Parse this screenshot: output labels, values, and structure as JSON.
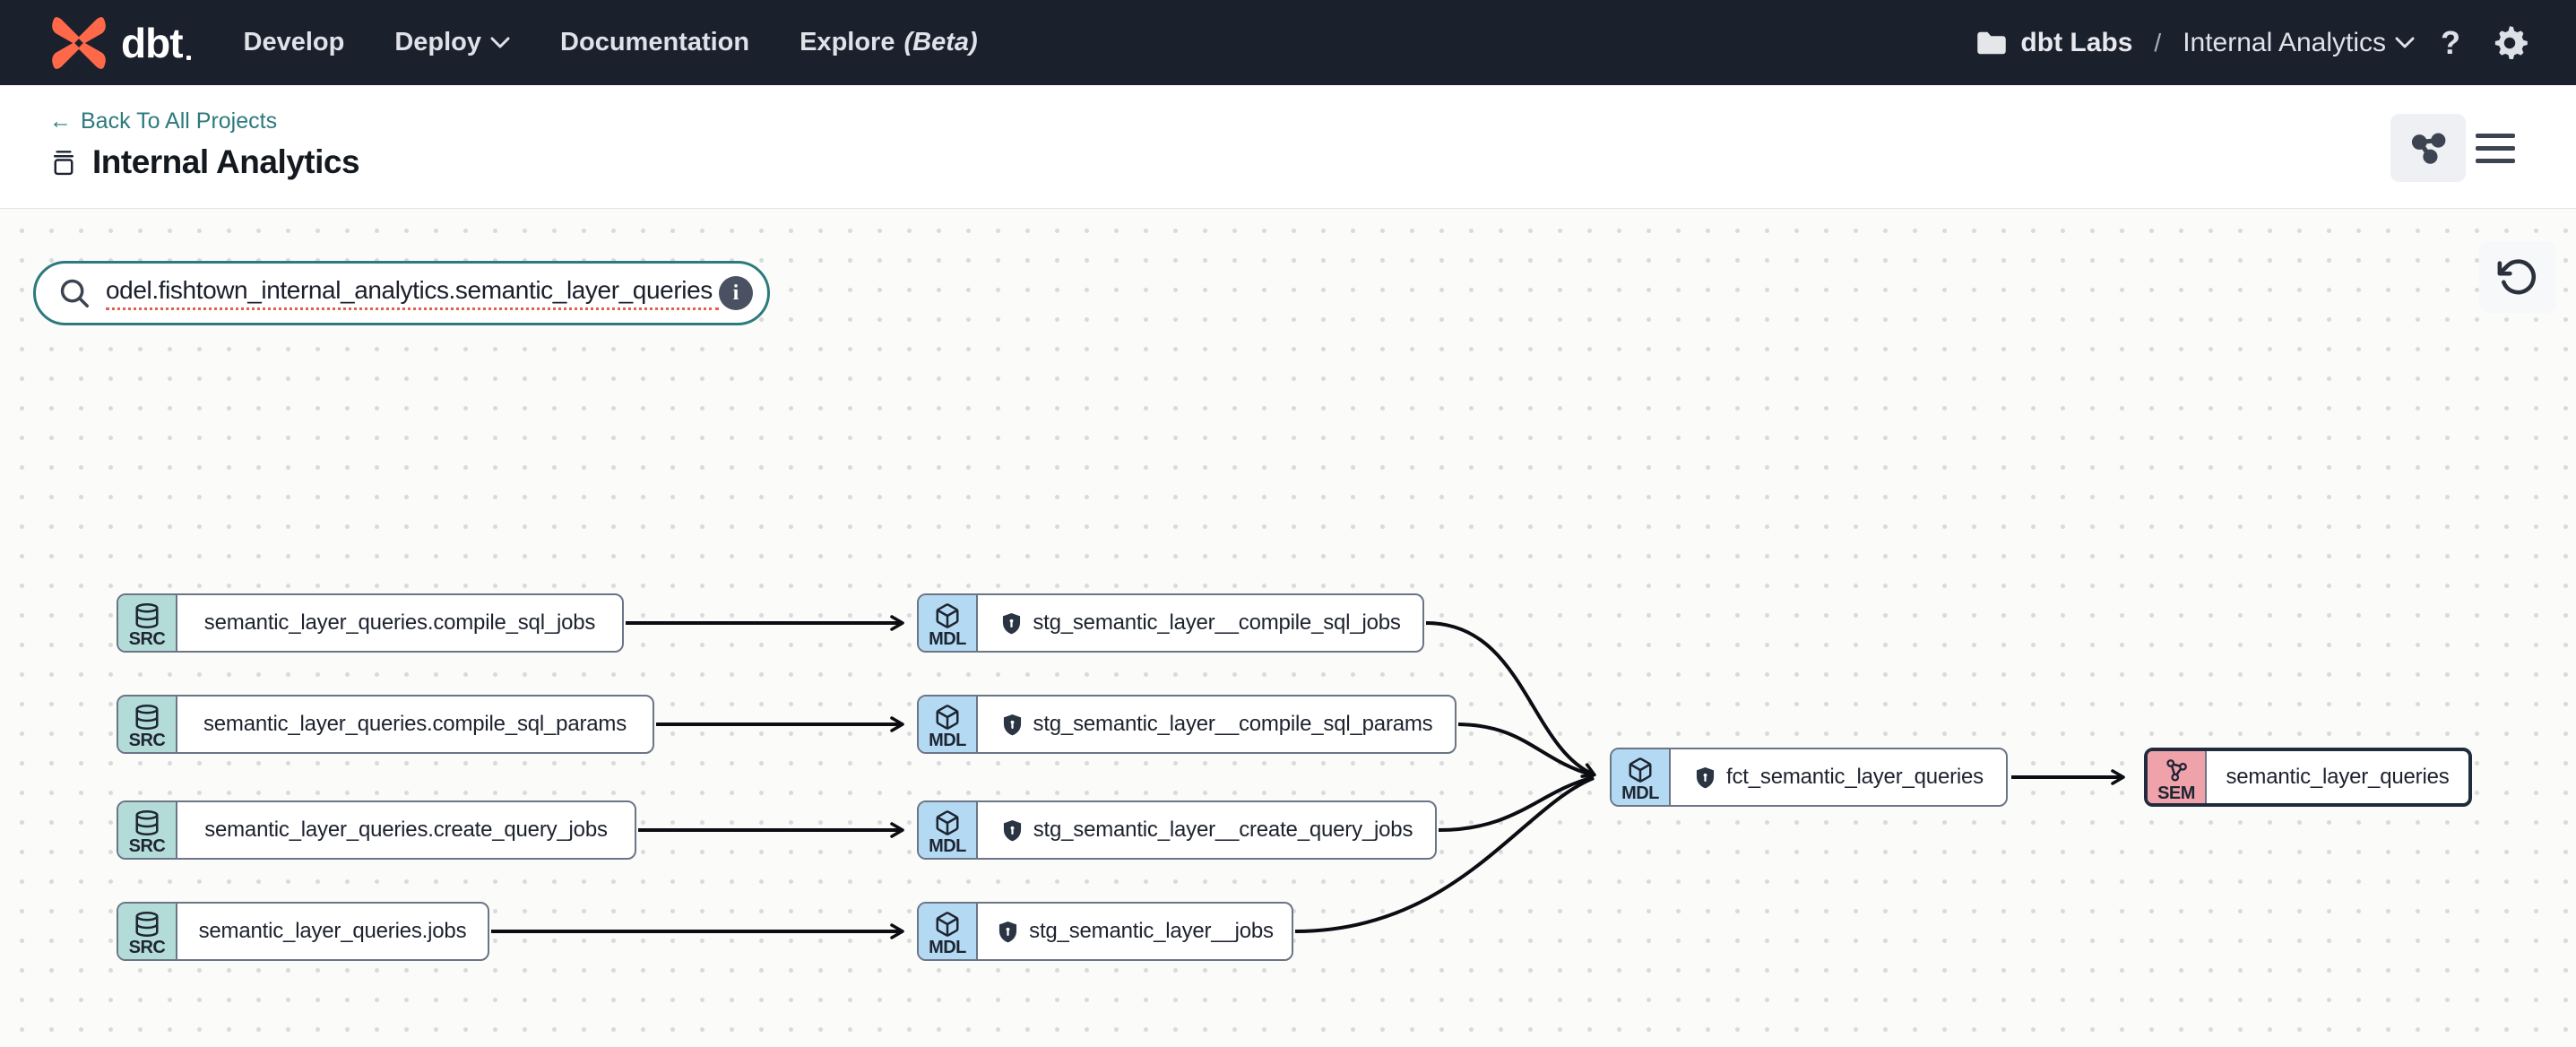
{
  "nav": {
    "brand": "dbt",
    "menu": [
      {
        "label": "Develop",
        "chevron": false
      },
      {
        "label": "Deploy",
        "chevron": true
      },
      {
        "label": "Documentation",
        "chevron": false
      },
      {
        "label": "Explore",
        "beta": "(Beta)",
        "chevron": false
      }
    ],
    "account_label": "dbt Labs",
    "breadcrumb_separator": "/",
    "project_label": "Internal Analytics",
    "help_label": "?"
  },
  "header": {
    "back_arrow": "←",
    "back_label": "Back To All Projects",
    "title": "Internal Analytics"
  },
  "canvas": {
    "search": {
      "value": "odel.fishtown_internal_analytics.semantic_layer_queries",
      "info_label": "i"
    }
  },
  "graph": {
    "nodes": [
      {
        "id": "src_compile_sql_jobs",
        "type": "source",
        "type_label": "SRC",
        "icon": "database-icon",
        "shield": false,
        "selected": false,
        "label": "semantic_layer_queries.compile_sql_jobs"
      },
      {
        "id": "src_compile_sql_params",
        "type": "source",
        "type_label": "SRC",
        "icon": "database-icon",
        "shield": false,
        "selected": false,
        "label": "semantic_layer_queries.compile_sql_params"
      },
      {
        "id": "src_create_query_jobs",
        "type": "source",
        "type_label": "SRC",
        "icon": "database-icon",
        "shield": false,
        "selected": false,
        "label": "semantic_layer_queries.create_query_jobs"
      },
      {
        "id": "src_jobs",
        "type": "source",
        "type_label": "SRC",
        "icon": "database-icon",
        "shield": false,
        "selected": false,
        "label": "semantic_layer_queries.jobs"
      },
      {
        "id": "mdl_stg_compile_sql_jobs",
        "type": "model",
        "type_label": "MDL",
        "icon": "cube-icon",
        "shield": true,
        "selected": false,
        "label": "stg_semantic_layer__compile_sql_jobs"
      },
      {
        "id": "mdl_stg_compile_sql_params",
        "type": "model",
        "type_label": "MDL",
        "icon": "cube-icon",
        "shield": true,
        "selected": false,
        "label": "stg_semantic_layer__compile_sql_params"
      },
      {
        "id": "mdl_stg_create_query_jobs",
        "type": "model",
        "type_label": "MDL",
        "icon": "cube-icon",
        "shield": true,
        "selected": false,
        "label": "stg_semantic_layer__create_query_jobs"
      },
      {
        "id": "mdl_stg_jobs",
        "type": "model",
        "type_label": "MDL",
        "icon": "cube-icon",
        "shield": true,
        "selected": false,
        "label": "stg_semantic_layer__jobs"
      },
      {
        "id": "mdl_fct_semantic_layer_queries",
        "type": "model",
        "type_label": "MDL",
        "icon": "cube-icon",
        "shield": true,
        "selected": false,
        "label": "fct_semantic_layer_queries"
      },
      {
        "id": "sem_semantic_layer_queries",
        "type": "semantic",
        "type_label": "SEM",
        "icon": "semantic-icon",
        "shield": false,
        "selected": true,
        "label": "semantic_layer_queries"
      }
    ],
    "edges": [
      {
        "from": "src_compile_sql_jobs",
        "to": "mdl_stg_compile_sql_jobs"
      },
      {
        "from": "src_compile_sql_params",
        "to": "mdl_stg_compile_sql_params"
      },
      {
        "from": "src_create_query_jobs",
        "to": "mdl_stg_create_query_jobs"
      },
      {
        "from": "src_jobs",
        "to": "mdl_stg_jobs"
      },
      {
        "from": "mdl_stg_compile_sql_jobs",
        "to": "mdl_fct_semantic_layer_queries"
      },
      {
        "from": "mdl_stg_compile_sql_params",
        "to": "mdl_fct_semantic_layer_queries"
      },
      {
        "from": "mdl_stg_create_query_jobs",
        "to": "mdl_fct_semantic_layer_queries"
      },
      {
        "from": "mdl_stg_jobs",
        "to": "mdl_fct_semantic_layer_queries"
      },
      {
        "from": "mdl_fct_semantic_layer_queries",
        "to": "sem_semantic_layer_queries"
      }
    ],
    "colors": {
      "brand_orange": "#ff694a",
      "navbar_bg": "#1b202d",
      "link_teal": "#2c7a7d",
      "source_badge": "#b3dcd8",
      "model_badge": "#b4daf3",
      "semantic_badge": "#f0a2ab",
      "node_border": "#6a7585",
      "selected_border": "#222b3d",
      "edge": "#0b0d12"
    }
  }
}
